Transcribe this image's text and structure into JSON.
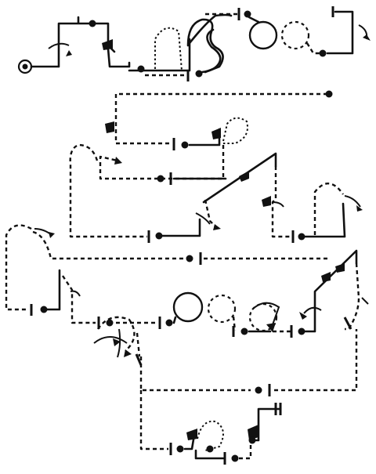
{
  "diagram": {
    "type": "dance-floor-pattern",
    "line_styles": [
      "solid",
      "dashed",
      "dotted"
    ],
    "colors": {
      "ink": "#111111",
      "paper": "#ffffff"
    },
    "symbols": [
      "start-circle",
      "step-dot",
      "bar-tick",
      "turn-arrow",
      "flag-marker",
      "circle-loop",
      "wave-path"
    ]
  }
}
